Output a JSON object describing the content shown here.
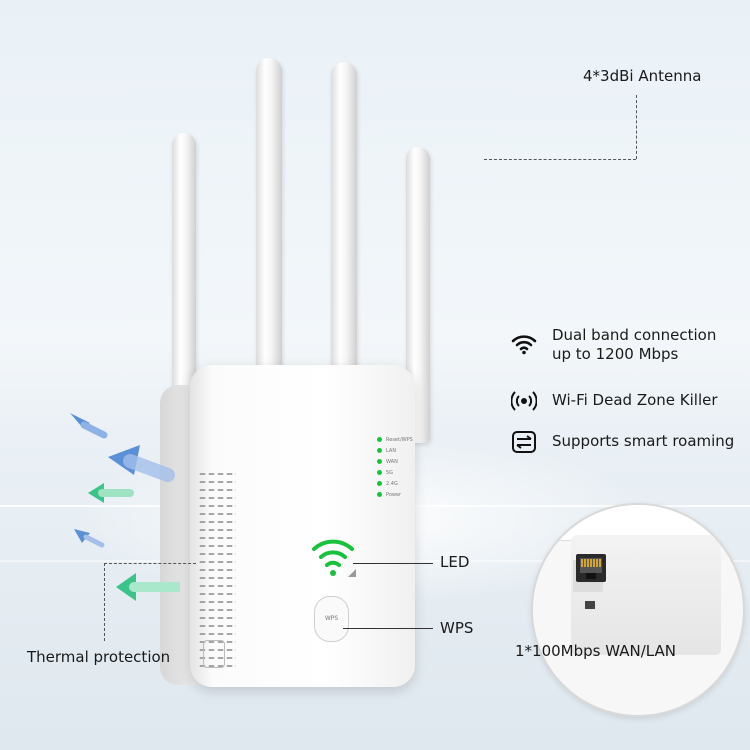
{
  "labels": {
    "antenna": "4*3dBi Antenna",
    "led": "LED",
    "wps": "WPS",
    "thermal": "Thermal protection",
    "port": "1*100Mbps WAN/LAN"
  },
  "features": [
    {
      "icon": "wifi-icon",
      "line1": "Dual band connection",
      "line2": "up to 1200 Mbps"
    },
    {
      "icon": "signal-waves-icon",
      "line1": "Wi-Fi Dead Zone Killer"
    },
    {
      "icon": "roaming-arrows-icon",
      "line1": "Supports smart roaming"
    }
  ],
  "device": {
    "led_indicators": [
      "Reset/WPS",
      "LAN",
      "WAN",
      "5G",
      "2.4G",
      "Power"
    ],
    "wps_button": "WPS"
  },
  "colors": {
    "led_green": "#19c23c",
    "arrow_blue": "#5b8fd6",
    "arrow_teal": "#3cc38a"
  }
}
